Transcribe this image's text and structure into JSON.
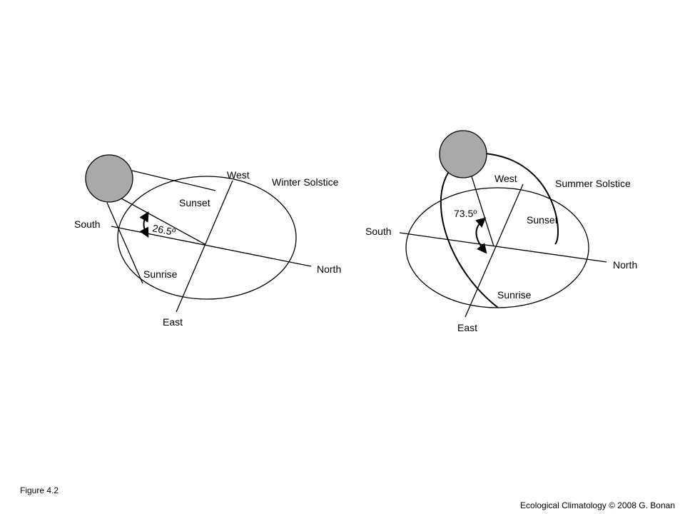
{
  "diagrams": {
    "winter": {
      "title": "Winter Solstice",
      "labels": {
        "west": "West",
        "east": "East",
        "south": "South",
        "north": "North",
        "sunset": "Sunset",
        "sunrise": "Sunrise",
        "angle": "26.5º"
      }
    },
    "summer": {
      "title": "Summer Solstice",
      "labels": {
        "west": "West",
        "east": "East",
        "south": "South",
        "north": "North",
        "sunset": "Sunset",
        "sunrise": "Sunrise",
        "angle": "73.5º"
      }
    }
  },
  "footer": {
    "figure_label": "Figure 4.2",
    "credit": "Ecological Climatology © 2008 G. Bonan"
  },
  "colors": {
    "sun_fill": "#a9a9a9",
    "stroke": "#000000"
  }
}
